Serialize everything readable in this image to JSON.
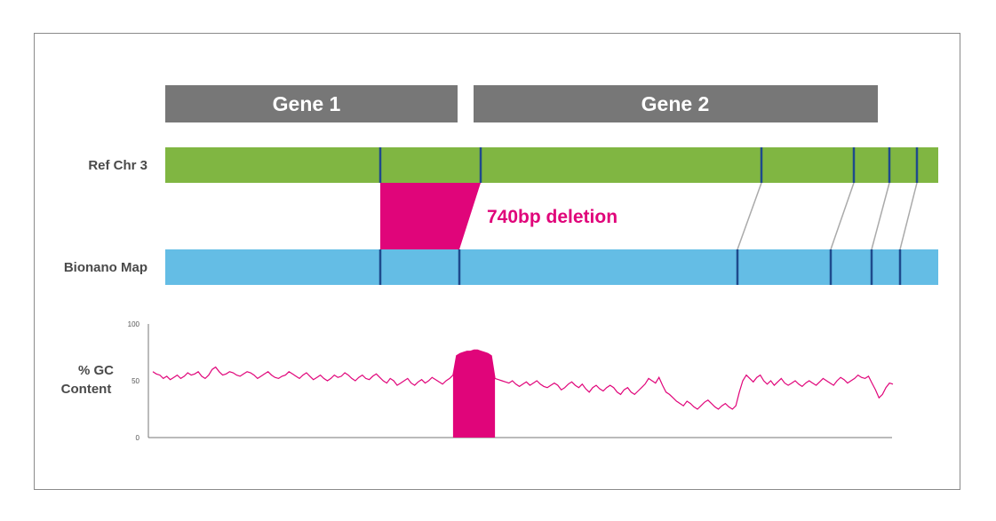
{
  "genes": [
    {
      "label": "Gene 1"
    },
    {
      "label": "Gene 2"
    }
  ],
  "tracks": {
    "ref_label": "Ref Chr 3",
    "map_label": "Bionano Map"
  },
  "deletion_label": "740bp deletion",
  "gc_plot": {
    "label_line1": "% GC",
    "label_line2": "Content",
    "ticks": [
      "100",
      "50",
      "0"
    ]
  },
  "colors": {
    "gene_bar": "#777777",
    "ref_track": "#80b642",
    "map_track": "#64bde5",
    "label_marker": "#1e4a8c",
    "deletion": "#e0057a",
    "alignment_line": "#aaaaaa"
  },
  "chart_data": {
    "type": "line",
    "ylim": [
      0,
      100
    ],
    "yticks": [
      0,
      50,
      100
    ],
    "series": [
      {
        "values": [
          58,
          56,
          55,
          52,
          54,
          51,
          53,
          55,
          52,
          54,
          57,
          55,
          56,
          58,
          54,
          52,
          55,
          60,
          62,
          58,
          55,
          56,
          58,
          57,
          55,
          54,
          56,
          58,
          57,
          55,
          52,
          54,
          56,
          58,
          55,
          53,
          52,
          54,
          55,
          58,
          56,
          54,
          52,
          55,
          57,
          54,
          51,
          53,
          55,
          52,
          50,
          52,
          55,
          53,
          54,
          57,
          55,
          52,
          50,
          53,
          55,
          52,
          51,
          54,
          56,
          53,
          50,
          48,
          52,
          50,
          46,
          48,
          50,
          52,
          48,
          46,
          49,
          51,
          48,
          50,
          53,
          51,
          49,
          47,
          50,
          52,
          55,
          72,
          74,
          75,
          76,
          76,
          77,
          77,
          76,
          75,
          74,
          72,
          52,
          51,
          50,
          49,
          48,
          50,
          47,
          45,
          47,
          49,
          46,
          48,
          50,
          47,
          45,
          44,
          46,
          48,
          46,
          42,
          44,
          47,
          49,
          46,
          44,
          47,
          43,
          40,
          44,
          46,
          43,
          41,
          44,
          46,
          44,
          40,
          38,
          42,
          44,
          40,
          38,
          41,
          44,
          47,
          52,
          50,
          48,
          53,
          46,
          40,
          38,
          35,
          32,
          30,
          28,
          32,
          30,
          27,
          25,
          28,
          31,
          33,
          30,
          27,
          25,
          28,
          30,
          27,
          25,
          28,
          40,
          50,
          55,
          52,
          49,
          53,
          55,
          50,
          47,
          50,
          46,
          49,
          52,
          48,
          46,
          48,
          50,
          47,
          45,
          48,
          50,
          48,
          46,
          49,
          52,
          50,
          48,
          46,
          50,
          53,
          51,
          48,
          50,
          52,
          55,
          53,
          52,
          54,
          48,
          42,
          35,
          38,
          44,
          48,
          47
        ]
      }
    ],
    "bar_region": {
      "value": 77
    }
  }
}
